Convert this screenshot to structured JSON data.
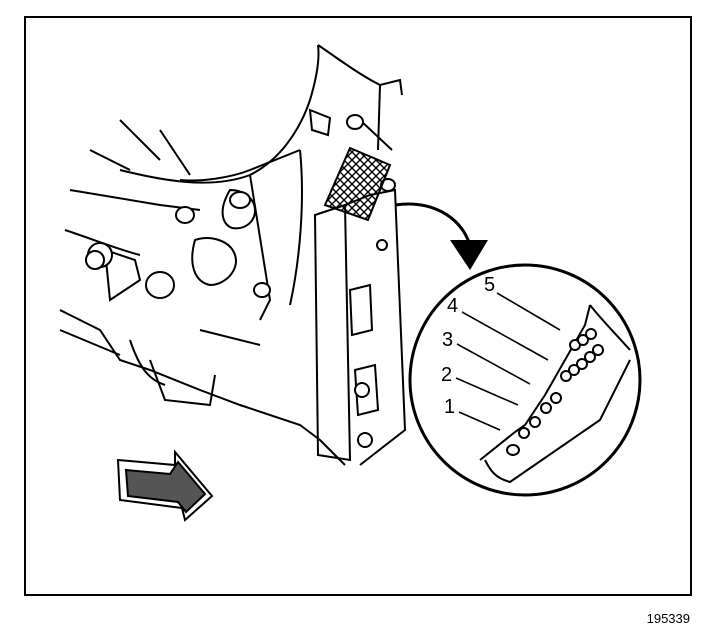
{
  "figure": {
    "id": "195339",
    "callouts": [
      {
        "label": "5"
      },
      {
        "label": "4"
      },
      {
        "label": "3"
      },
      {
        "label": "2"
      },
      {
        "label": "1"
      }
    ]
  }
}
